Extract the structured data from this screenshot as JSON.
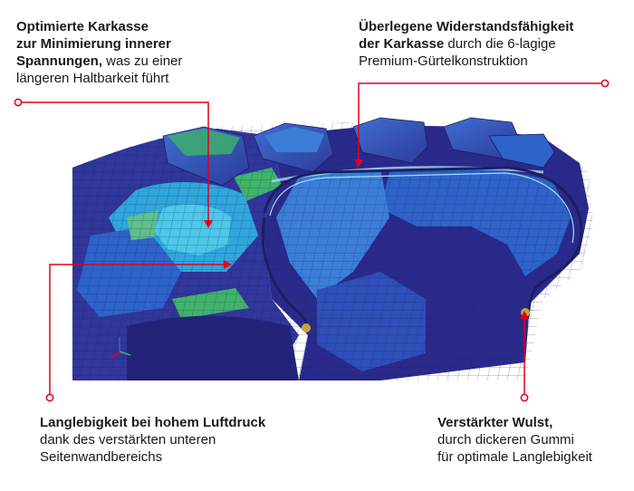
{
  "callouts": {
    "top_left": {
      "bold_1": "Optimierte Karkasse",
      "bold_2": "zur Minimierung innerer",
      "bold_3": "Spannungen,",
      "rest_3": " was zu einer",
      "line_4": "längeren Haltbarkeit führt"
    },
    "top_right": {
      "bold_1": "Überlegene Widerstandsfähigkeit",
      "bold_2": "der Karkasse",
      "rest_2": " durch die 6-lagige",
      "line_3": "Premium-Gürtelkonstruktion"
    },
    "bottom_left": {
      "bold_1": "Langlebigkeit bei hohem Luftdruck",
      "line_2": "dank des verstärkten unteren",
      "line_3": "Seitenwandbereichs"
    },
    "bottom_right": {
      "bold_1": "Verstärkter Wulst,",
      "line_2": "durch dickeren Gummi",
      "line_3": "für optimale Langlebigkeit"
    }
  },
  "colors": {
    "callout_line": "#e3001b",
    "mesh_deep": "#2a2a8c",
    "mesh_blue": "#2e63c9",
    "mesh_cyan": "#2fb4e6",
    "mesh_green": "#3fb36a",
    "background": "#ffffff"
  },
  "icons": [
    "axis-triad-icon"
  ]
}
